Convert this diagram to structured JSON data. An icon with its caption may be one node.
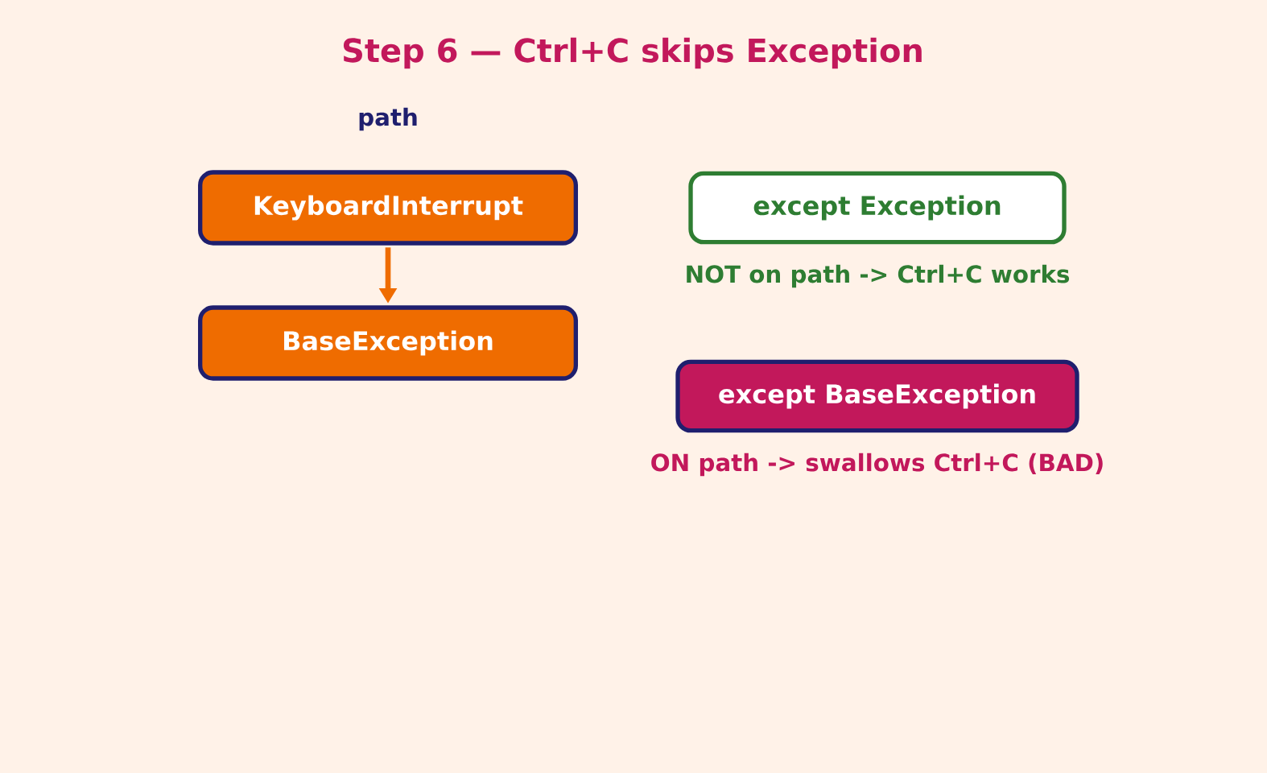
{
  "diagram": {
    "title": "Step 6 — Ctrl+C skips Exception",
    "nodes": [
      {
        "text": [
          "KeyboardInterrupt"
        ]
      },
      {
        "text": [
          "BaseException"
        ]
      },
      {
        "text": [
          "except Exception"
        ],
        "beside": [
          "NOT on path -> Ctrl+C works"
        ]
      },
      {
        "text": [
          "except BaseException"
        ],
        "beside": [
          "ON path -> swallows Ctrl+C (BAD)"
        ]
      }
    ],
    "edges": [
      {
        "from": 0,
        "to": 1,
        "arrow": "to"
      }
    ],
    "labels": [
      "path"
    ]
  }
}
